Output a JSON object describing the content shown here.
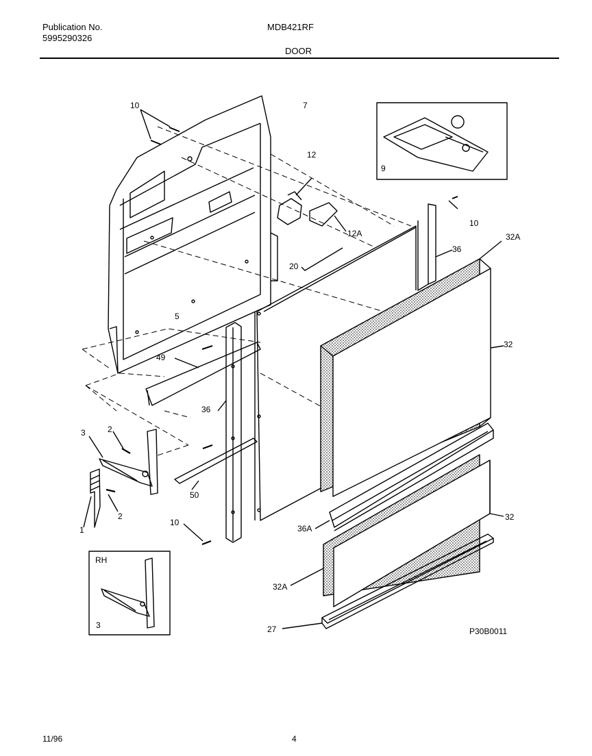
{
  "header": {
    "publication_label": "Publication No.",
    "publication_number": "5995290326",
    "model": "MDB421RF",
    "section": "DOOR"
  },
  "callouts": {
    "c10a": "10",
    "c7": "7",
    "c12": "12",
    "c12a": "12A",
    "c9": "9",
    "c10b": "10",
    "c36a": "36",
    "c32a_top": "32A",
    "c20": "20",
    "c5": "5",
    "c32_top": "32",
    "c49": "49",
    "c36b": "36",
    "c3": "3",
    "c2a": "2",
    "c1": "1",
    "c2b": "2",
    "c50": "50",
    "c10c": "10",
    "c36A": "36A",
    "c32_bottom": "32",
    "c32a_bottom": "32A",
    "c27": "27"
  },
  "inset_rh": {
    "label": "RH",
    "part": "3"
  },
  "diagram_code": "P30B0011",
  "footer": {
    "date": "11/96",
    "page": "4"
  }
}
